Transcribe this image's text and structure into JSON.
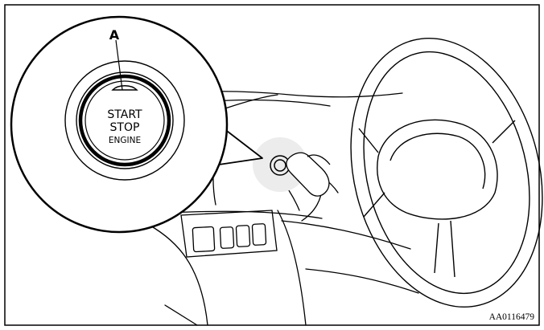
{
  "figure": {
    "callout_label": "A",
    "button_text": {
      "line1": "START",
      "line2": "STOP",
      "line3": "ENGINE"
    },
    "figure_code": "AA0116479"
  }
}
